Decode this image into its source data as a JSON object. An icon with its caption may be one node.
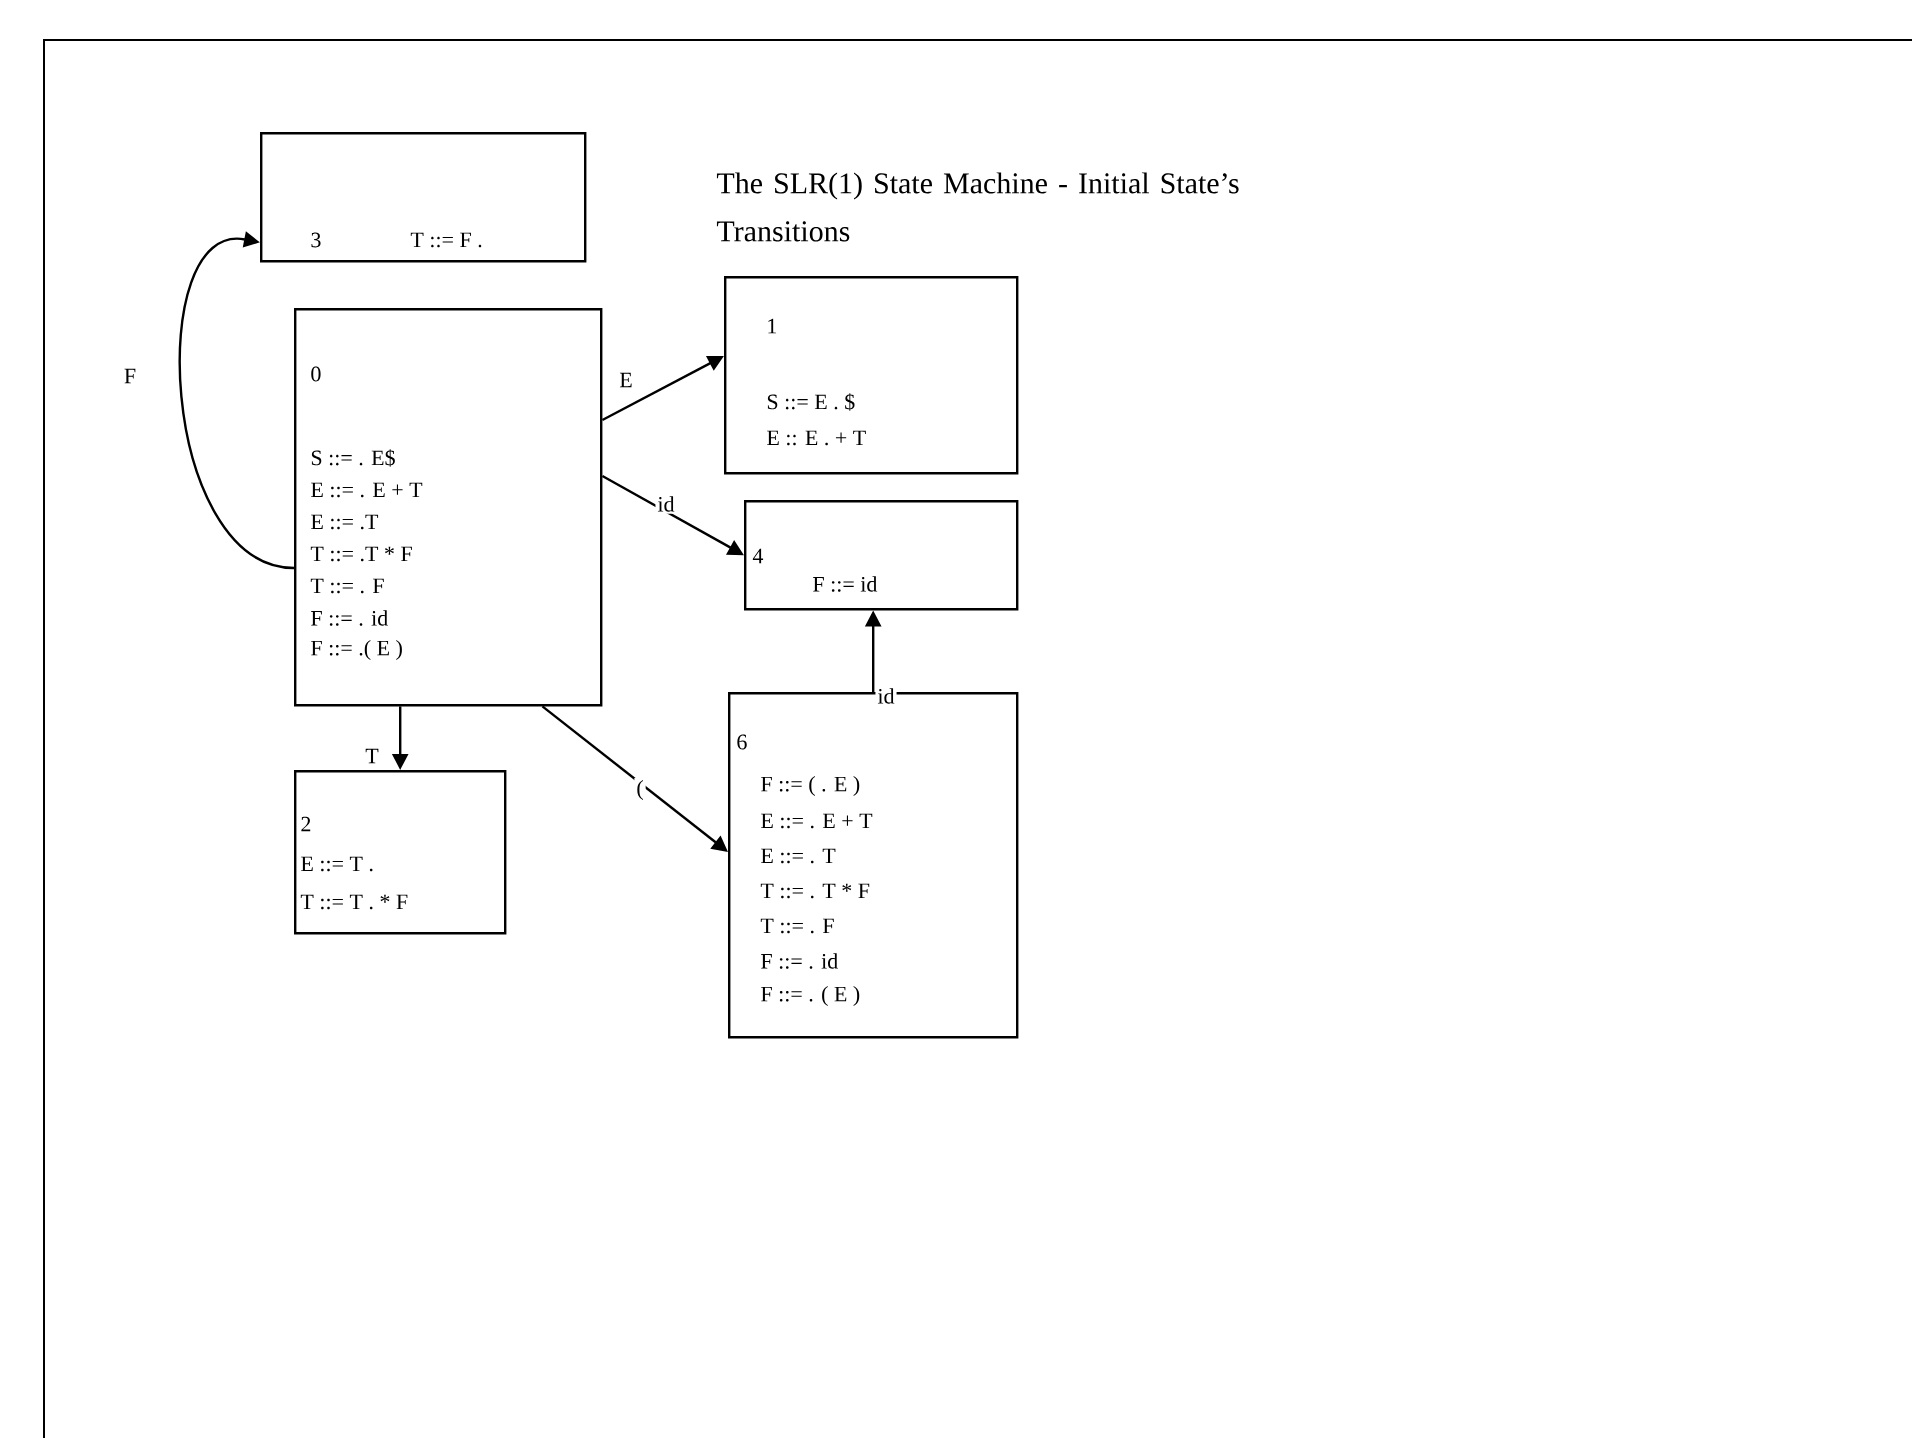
{
  "diagram": {
    "title": "The SLR(1) State Machine - Initial State’s Transitions",
    "nodes": [
      {
        "text": [
          "3",
          "T ::= F ."
        ]
      },
      {
        "text": [
          "1",
          "S ::= E . $",
          "E :: E . + T"
        ]
      },
      {
        "text": [
          "0",
          "S ::= . E$",
          "E ::= . E + T",
          "E ::= .T",
          "T ::= .T * F",
          "T ::= . F",
          "F ::= . id",
          "F ::= .( E )"
        ]
      },
      {
        "text": [
          "4",
          "F ::= id"
        ]
      },
      {
        "text": [
          "6",
          "F ::= ( . E )",
          "E ::= . E + T",
          "E ::= . T",
          "T ::= . T * F",
          "T ::= . F",
          "F ::= . id",
          "F ::= . ( E )"
        ]
      },
      {
        "text": [
          "2",
          "E ::= T .",
          "T ::= T . * F"
        ]
      }
    ],
    "edges": [
      {
        "from": 2,
        "to": 0,
        "arrow": "to",
        "label": "F"
      },
      {
        "from": 2,
        "to": 1,
        "arrow": "to",
        "label": "E"
      },
      {
        "from": 2,
        "to": 3,
        "arrow": "to",
        "label": "id"
      },
      {
        "from": 2,
        "to": 5,
        "arrow": "to",
        "label": "T"
      },
      {
        "from": 2,
        "to": 4,
        "arrow": "to",
        "label": "("
      },
      {
        "from": 4,
        "to": 3,
        "arrow": "to",
        "label": "id"
      }
    ]
  }
}
